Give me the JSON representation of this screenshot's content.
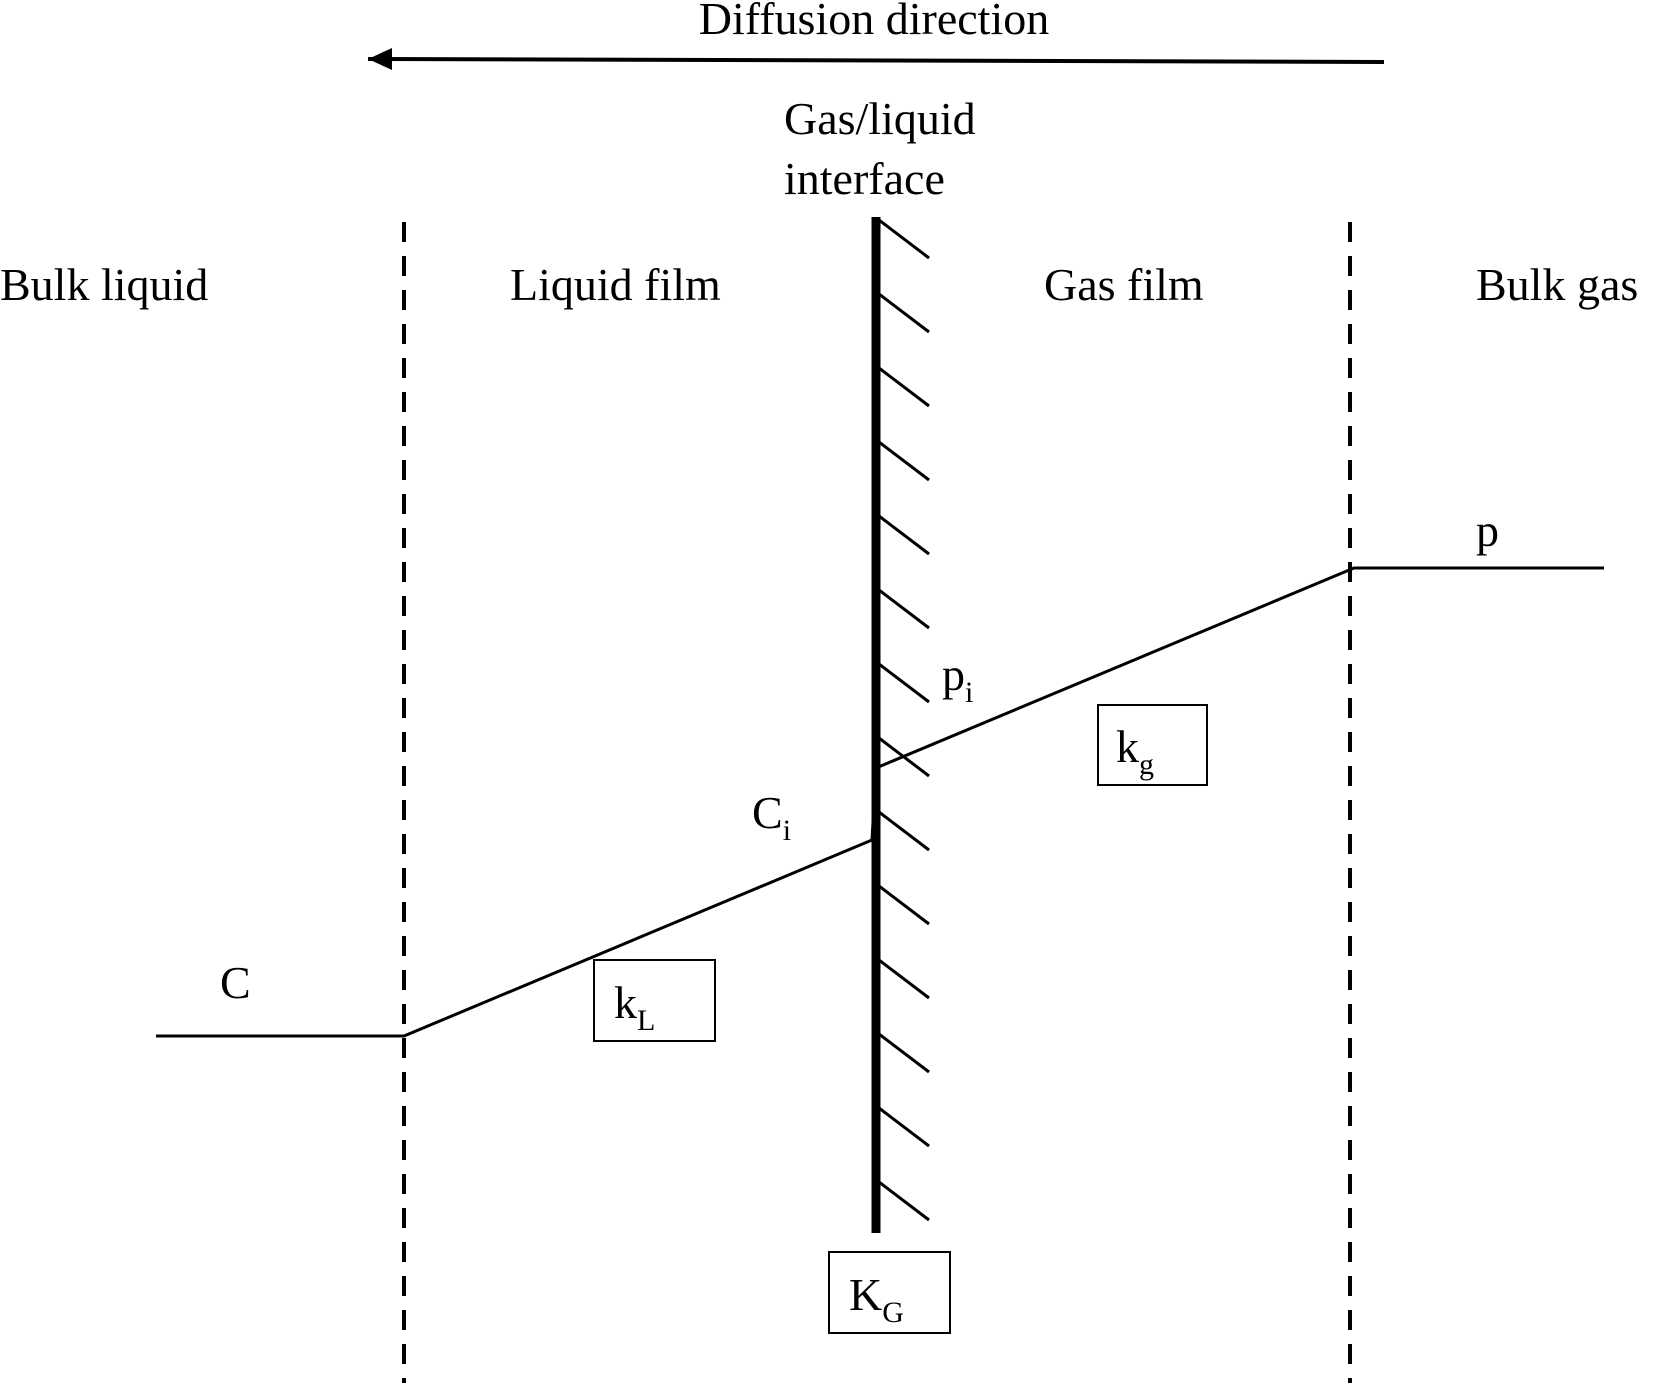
{
  "diffusion_direction": "Diffusion direction",
  "interface_label": {
    "line1": "Gas/liquid",
    "line2": "interface"
  },
  "regions": {
    "bulk_liquid": "Bulk liquid",
    "liquid_film": "Liquid film",
    "gas_film": "Gas film",
    "bulk_gas": "Bulk gas"
  },
  "symbols": {
    "C": "C",
    "p": "p",
    "Ci": {
      "main": "C",
      "sub": "i"
    },
    "pi": {
      "main": "p",
      "sub": "i"
    },
    "kL": {
      "main": "k",
      "sub": "L"
    },
    "kg": {
      "main": "k",
      "sub": "g"
    },
    "KG": {
      "main": "K",
      "sub": "G"
    }
  },
  "colors": {
    "line": "#000000",
    "background": "#ffffff"
  }
}
